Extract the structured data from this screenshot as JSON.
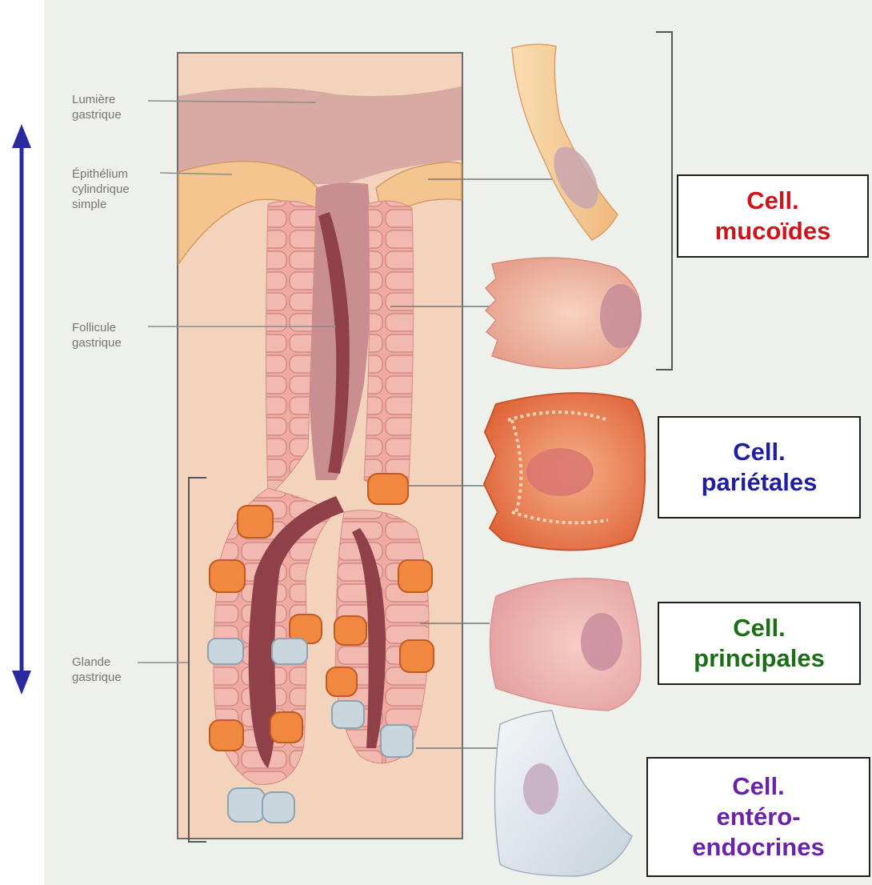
{
  "labels": {
    "lumen": "Lumière\ngastrique",
    "epithelium": "Épithélium\ncylindrique\nsimple",
    "follicle": "Follicule\ngastrique",
    "gland": "Glande\ngastrique"
  },
  "cell_types": [
    {
      "line1": "Cell.",
      "line2": "mucoïdes",
      "line3": "",
      "color": "#d0121b"
    },
    {
      "line1": "Cell.",
      "line2": "pariétales",
      "line3": "",
      "color": "#1f1fa0"
    },
    {
      "line1": "Cell.",
      "line2": "principales",
      "line3": "",
      "color": "#1b6e16"
    },
    {
      "line1": "Cell.",
      "line2": "entéro-",
      "line3": "endocrines",
      "color": "#6a22a8"
    }
  ],
  "colors": {
    "background": "#eef0ec",
    "tissue": "#f3d3bb",
    "lumen": "#d9a9a4",
    "crypt": "#8f4048",
    "cell_row": "#efaaa2",
    "parietal": "#f0883f",
    "enteroendocrine": "#c9d6de",
    "arrow": "#2a2aa0"
  }
}
